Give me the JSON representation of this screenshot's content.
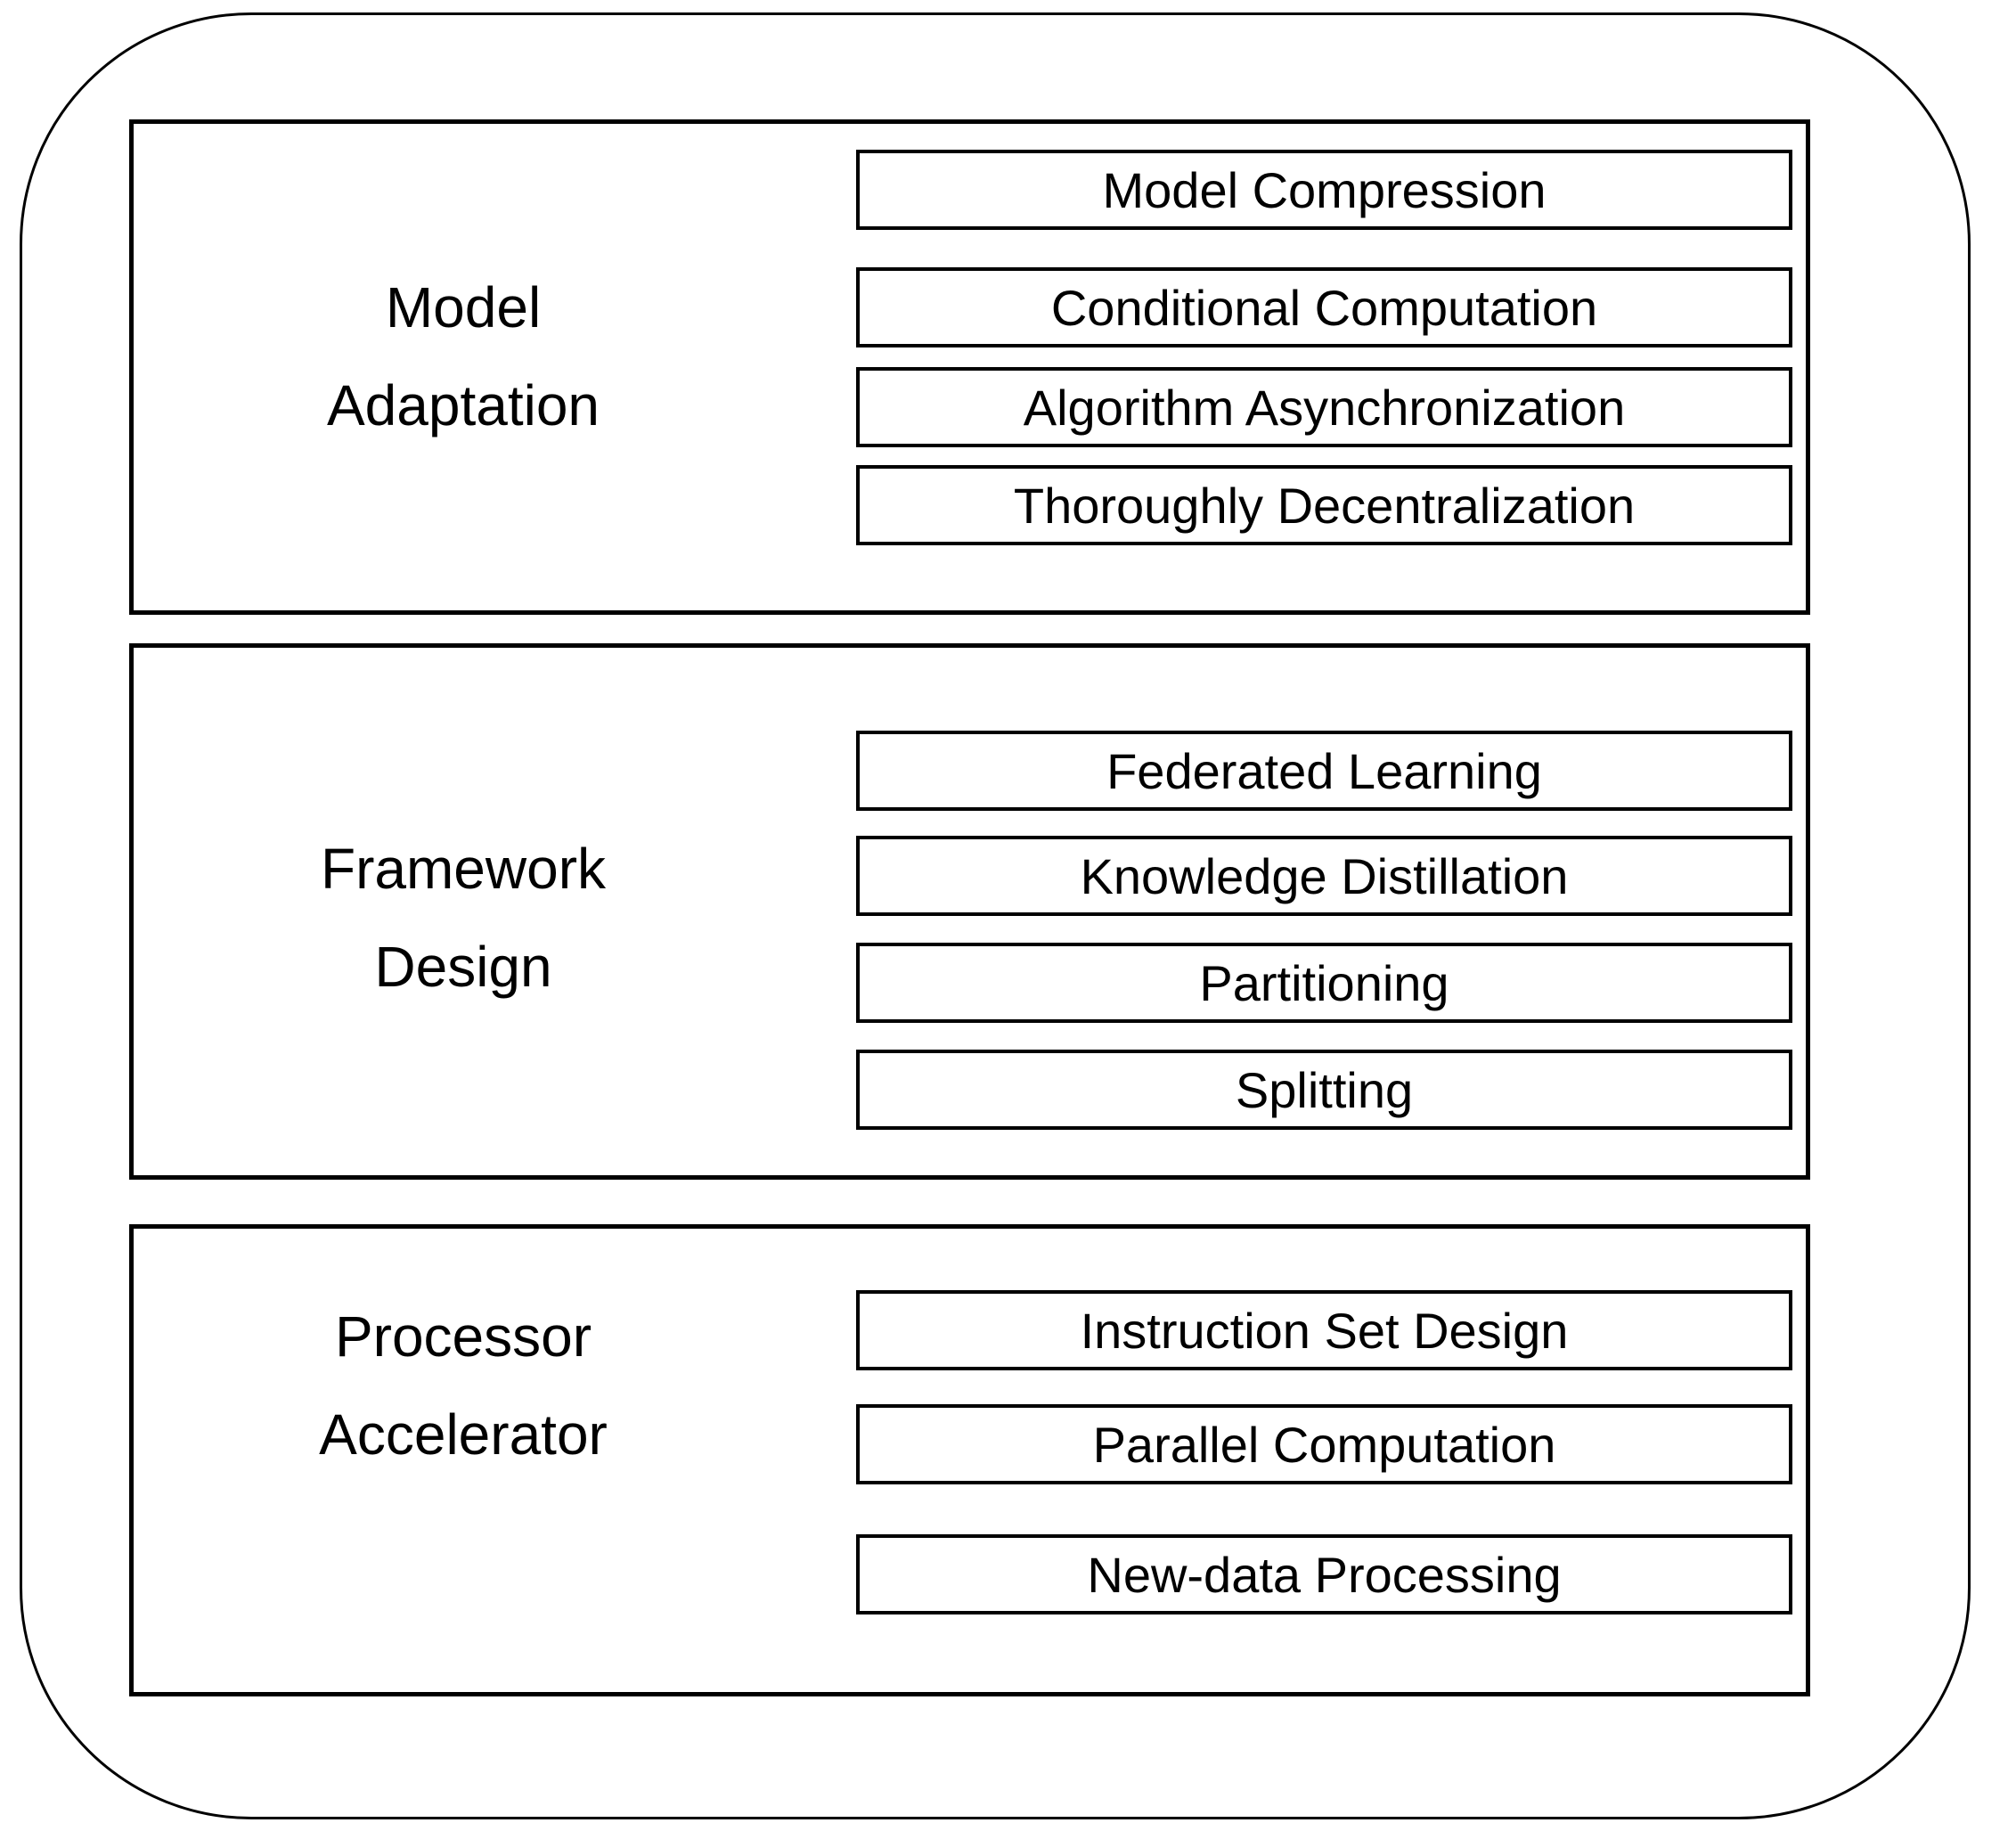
{
  "diagram": {
    "colors": {
      "border": "#000000",
      "background": "#ffffff"
    },
    "sections": [
      {
        "label": "Model Adaptation",
        "label_lines": [
          "Model",
          "Adaptation"
        ],
        "items": [
          "Model Compression",
          "Conditional Computation",
          "Algorithm Asynchronization",
          "Thoroughly Decentralization"
        ]
      },
      {
        "label": "Framework Design",
        "label_lines": [
          "Framework",
          "Design"
        ],
        "items": [
          "Federated Learning",
          "Knowledge Distillation",
          "Partitioning",
          "Splitting"
        ]
      },
      {
        "label": "Processor Accelerator",
        "label_lines": [
          "Processor",
          "Accelerator"
        ],
        "items": [
          "Instruction Set Design",
          "Parallel Computation",
          "New-data Processing"
        ]
      }
    ]
  }
}
